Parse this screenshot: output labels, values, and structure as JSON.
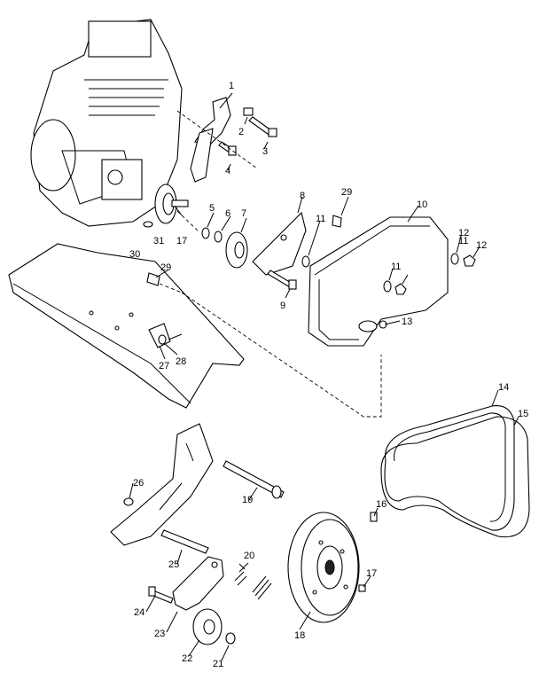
{
  "labels": [
    "1",
    "2",
    "3",
    "4",
    "5",
    "6",
    "7",
    "8",
    "9",
    "10",
    "11",
    "12",
    "11",
    "12",
    "11",
    "13",
    "14",
    "15",
    "16",
    "17",
    "17",
    "18",
    "19",
    "20",
    "21",
    "22",
    "23",
    "24",
    "25",
    "26",
    "27",
    "28",
    "29",
    "29",
    "30",
    "31"
  ]
}
